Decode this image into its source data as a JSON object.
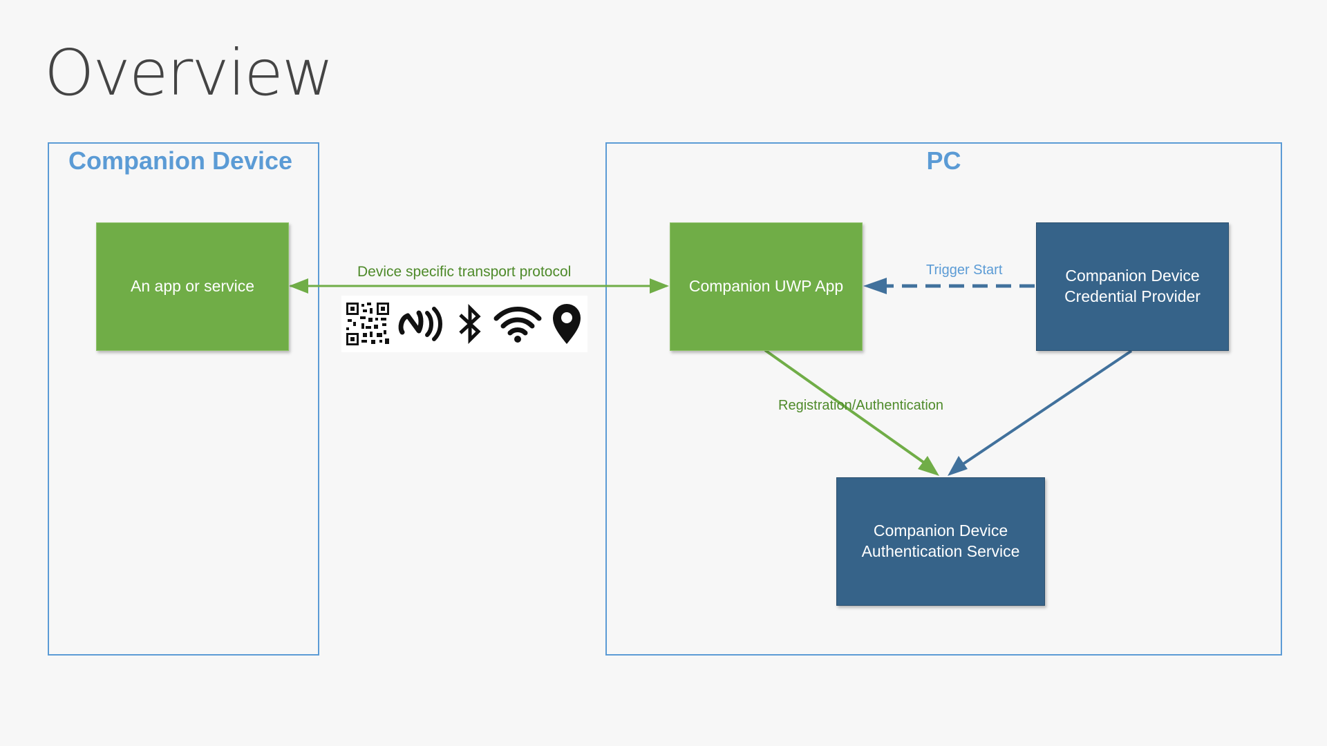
{
  "slide": {
    "title": "Overview"
  },
  "regions": {
    "companion_device": {
      "title": "Companion Device"
    },
    "pc": {
      "title": "PC"
    }
  },
  "boxes": {
    "app_service": {
      "label": "An app or service",
      "color": "#70ad47"
    },
    "uwp_app": {
      "label": "Companion UWP App",
      "color": "#70ad47"
    },
    "credential_provider": {
      "label_line1": "Companion Device",
      "label_line2": "Credential Provider",
      "color": "#366389"
    },
    "auth_service": {
      "label_line1": "Companion Device",
      "label_line2": "Authentication Service",
      "color": "#366389"
    }
  },
  "edges": {
    "transport": {
      "label": "Device specific transport protocol",
      "style": "solid",
      "direction": "bidirectional",
      "color": "#70ad47"
    },
    "trigger": {
      "label": "Trigger Start",
      "style": "dashed",
      "color": "#41719c"
    },
    "registration": {
      "label": "Registration/Authentication",
      "style": "solid",
      "color": "#70ad47"
    }
  },
  "transport_icons": [
    "qr-code-icon",
    "nfc-icon",
    "bluetooth-icon",
    "wifi-icon",
    "location-pin-icon"
  ],
  "colors": {
    "region_border": "#5b9bd5",
    "green": "#70ad47",
    "blue": "#366389",
    "blue_arrow": "#41719c"
  }
}
